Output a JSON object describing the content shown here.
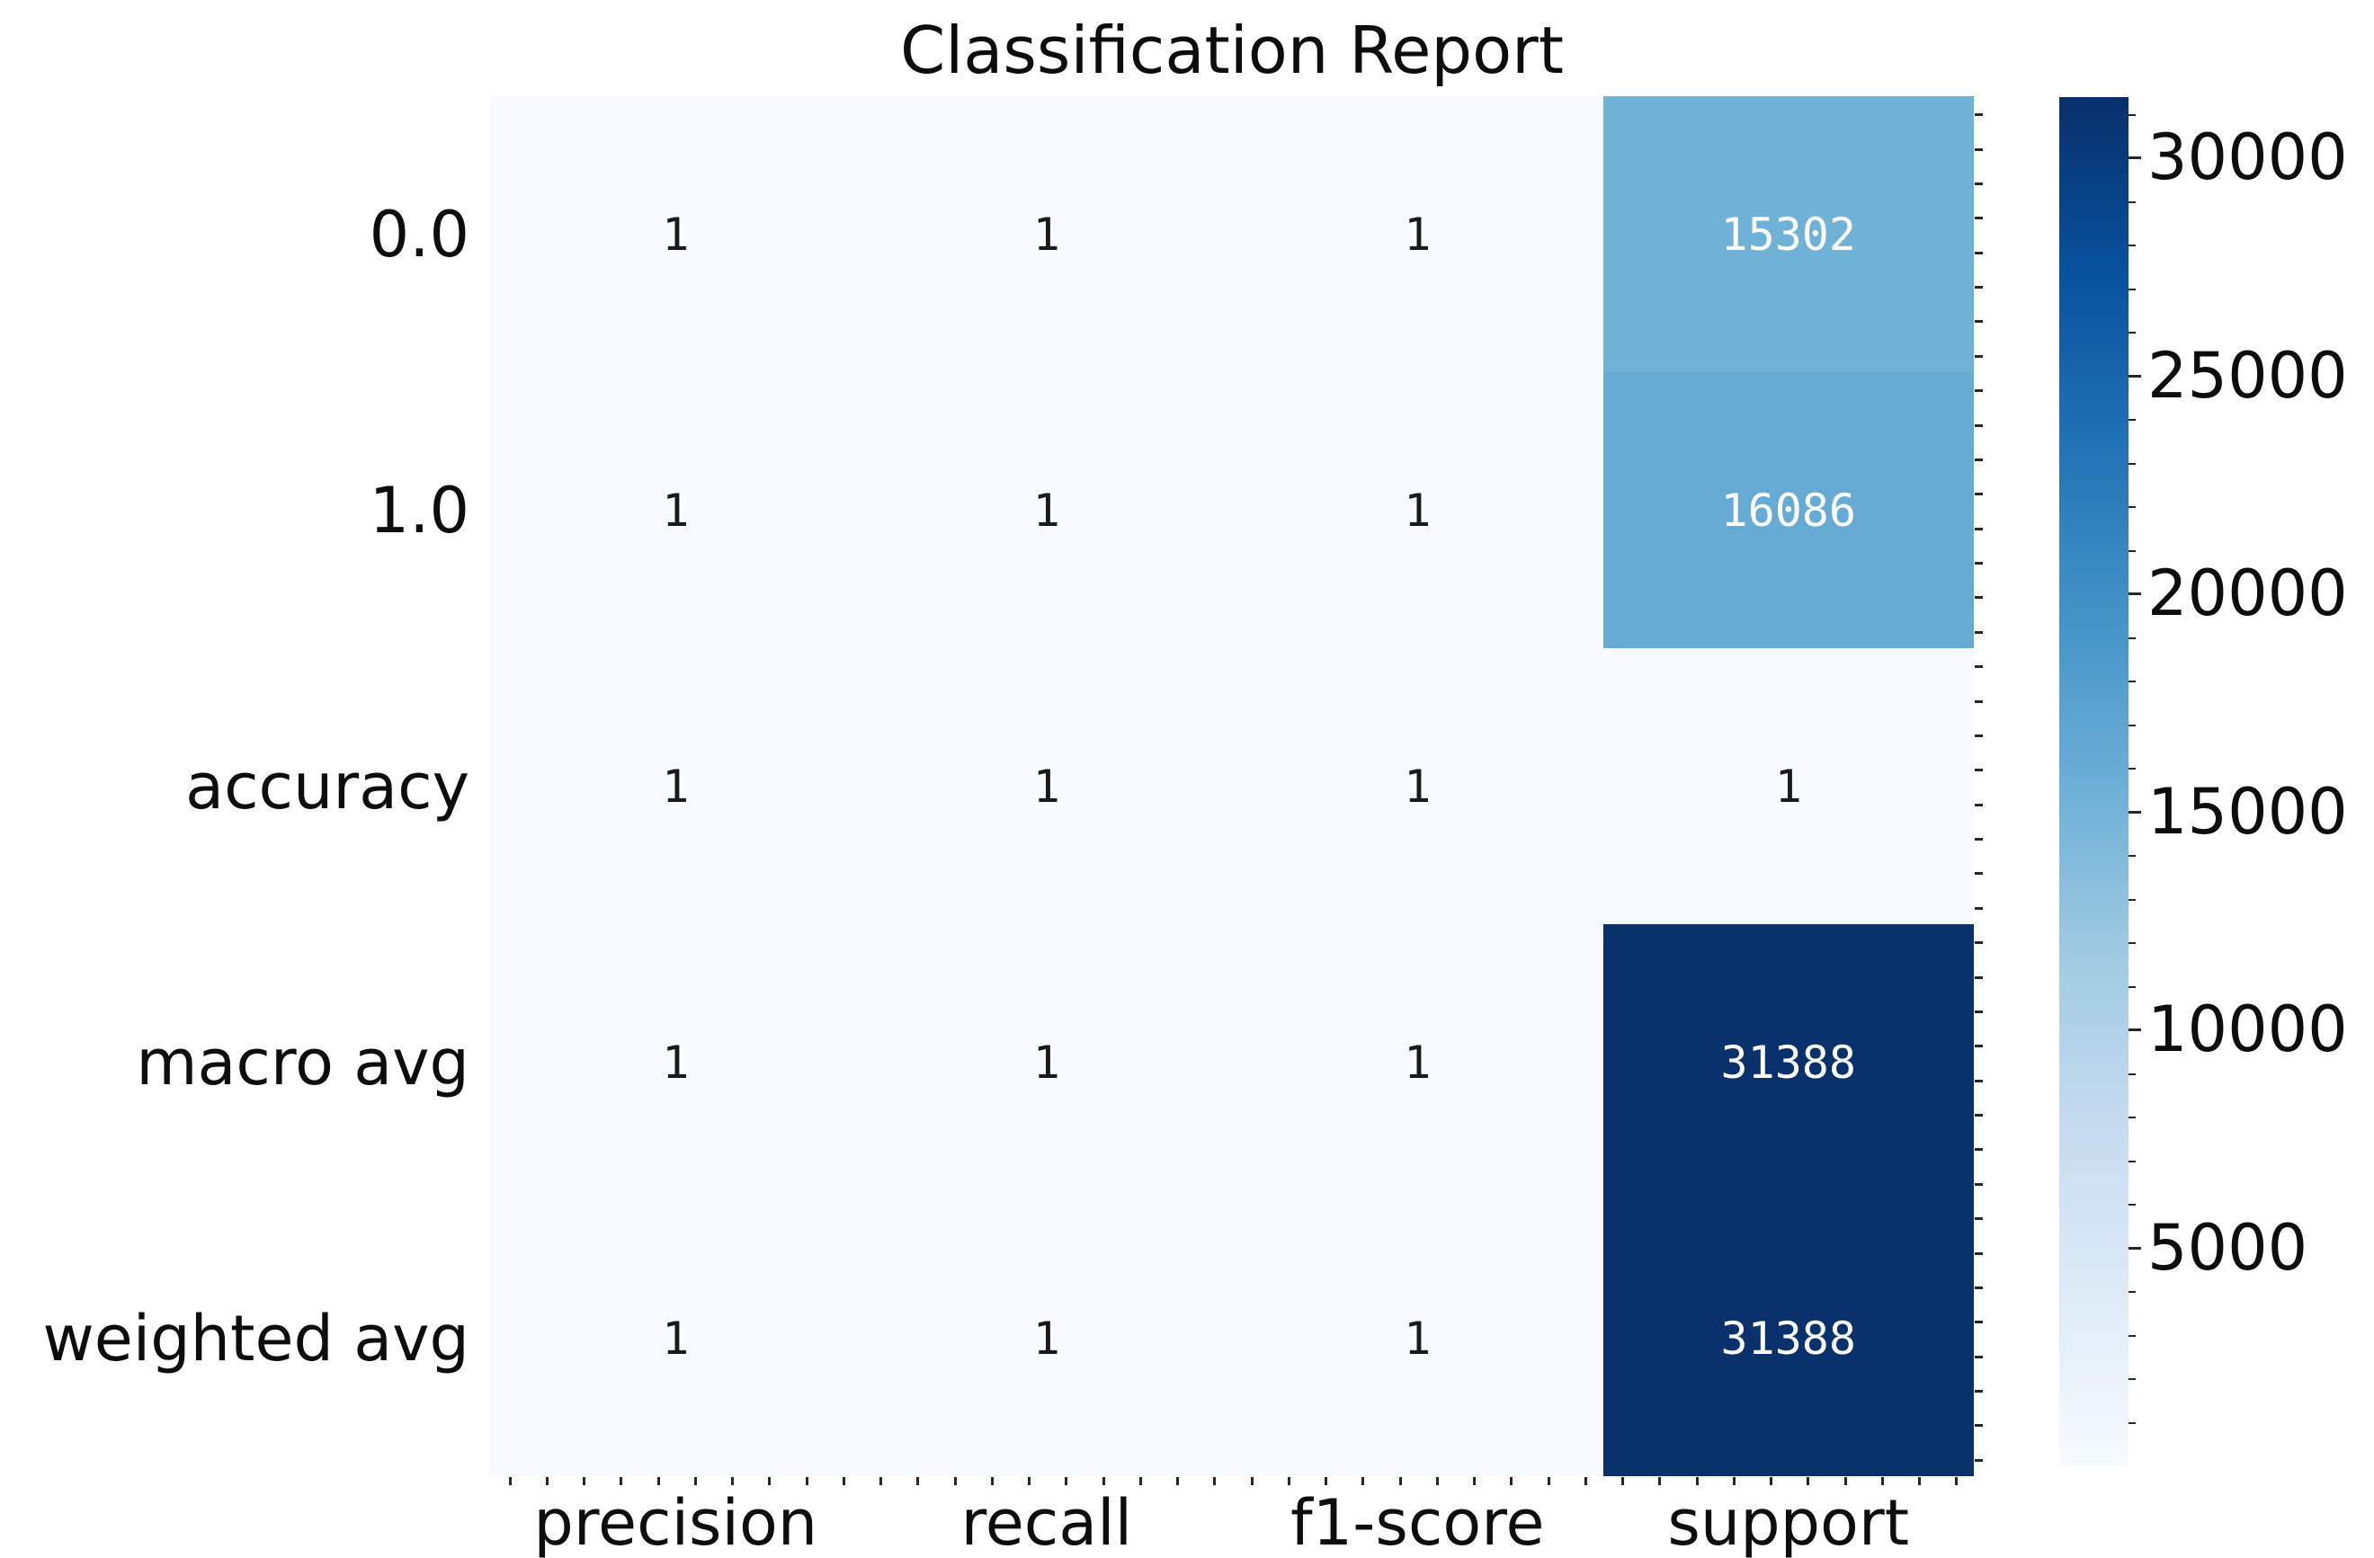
{
  "chart_data": {
    "type": "heatmap",
    "title": "Classification Report",
    "columns": [
      "precision",
      "recall",
      "f1-score",
      "support"
    ],
    "rows": [
      "0.0",
      "1.0",
      "accuracy",
      "macro avg",
      "weighted avg"
    ],
    "values": [
      [
        1,
        1,
        1,
        15302
      ],
      [
        1,
        1,
        1,
        16086
      ],
      [
        1,
        1,
        1,
        1
      ],
      [
        1,
        1,
        1,
        31388
      ],
      [
        1,
        1,
        1,
        31388
      ]
    ],
    "annotations": [
      [
        "1",
        "1",
        "1",
        "15302"
      ],
      [
        "1",
        "1",
        "1",
        "16086"
      ],
      [
        "1",
        "1",
        "1",
        "1"
      ],
      [
        "1",
        "1",
        "1",
        "31388"
      ],
      [
        "1",
        "1",
        "1",
        "31388"
      ]
    ],
    "cell_colors": [
      [
        "#f7fbff",
        "#f7fbff",
        "#f7fbff",
        "#70b1d7"
      ],
      [
        "#f7fbff",
        "#f7fbff",
        "#f7fbff",
        "#66abd4"
      ],
      [
        "#f7fbff",
        "#f7fbff",
        "#f7fbff",
        "#f7fbff"
      ],
      [
        "#f7fbff",
        "#f7fbff",
        "#f7fbff",
        "#09316c"
      ],
      [
        "#f7fbff",
        "#f7fbff",
        "#f7fbff",
        "#09316c"
      ]
    ],
    "text_colors": [
      [
        "#1a1a1a",
        "#1a1a1a",
        "#1a1a1a",
        "#ffffff"
      ],
      [
        "#1a1a1a",
        "#1a1a1a",
        "#1a1a1a",
        "#ffffff"
      ],
      [
        "#1a1a1a",
        "#1a1a1a",
        "#1a1a1a",
        "#1a1a1a"
      ],
      [
        "#1a1a1a",
        "#1a1a1a",
        "#1a1a1a",
        "#ffffff"
      ],
      [
        "#1a1a1a",
        "#1a1a1a",
        "#1a1a1a",
        "#ffffff"
      ]
    ],
    "colormap": "Blues",
    "vmin": 1,
    "vmax": 31388,
    "grid": false,
    "legend_position": "right-colorbar",
    "colorbar": {
      "position": "right",
      "tick_labels": [
        "30000",
        "25000",
        "20000",
        "15000",
        "10000",
        "5000"
      ],
      "tick_values": [
        30000,
        25000,
        20000,
        15000,
        10000,
        5000
      ],
      "minor_tick_step": 1000,
      "gradient_stops_top_to_bottom": [
        "#08306b",
        "#08519c",
        "#2171b5",
        "#4292c6",
        "#6baed6",
        "#9ecae1",
        "#c6dbef",
        "#deebf7",
        "#f7fbff"
      ]
    }
  },
  "style": {
    "background": "#ffffff",
    "label_color": "#0d0d0d",
    "tick_mark_color": "#262626"
  }
}
